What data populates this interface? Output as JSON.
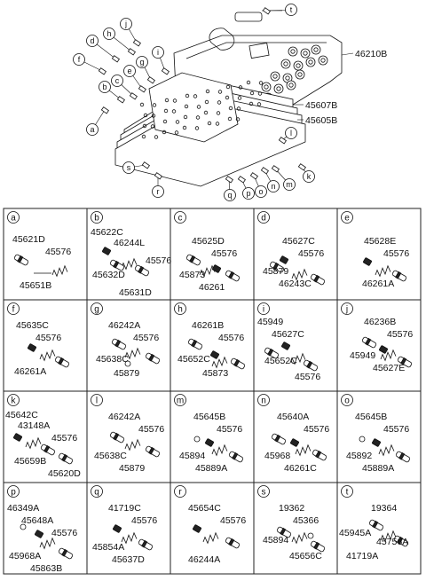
{
  "assembly": {
    "part_labels": [
      {
        "id": "main-body",
        "number": "46210B"
      },
      {
        "id": "plate-upper",
        "number": "45607B"
      },
      {
        "id": "plate-lower",
        "number": "45605B"
      }
    ],
    "callouts": [
      "a",
      "b",
      "c",
      "d",
      "e",
      "f",
      "g",
      "h",
      "i",
      "j",
      "k",
      "l",
      "m",
      "n",
      "o",
      "p",
      "q",
      "r",
      "s",
      "t"
    ]
  },
  "cells": [
    {
      "letter": "a",
      "labels": [
        "45621D",
        "45576",
        "45651B"
      ]
    },
    {
      "letter": "b",
      "labels": [
        "45622C",
        "46244L",
        "45576",
        "45632D",
        "45631D"
      ]
    },
    {
      "letter": "c",
      "labels": [
        "45625D",
        "45576",
        "45873",
        "46261"
      ]
    },
    {
      "letter": "d",
      "labels": [
        "45627C",
        "45576",
        "45879",
        "46243C"
      ]
    },
    {
      "letter": "e",
      "labels": [
        "45628E",
        "45576",
        "46261A"
      ]
    },
    {
      "letter": "f",
      "labels": [
        "45635C",
        "45576",
        "46261A"
      ]
    },
    {
      "letter": "g",
      "labels": [
        "46242A",
        "45576",
        "45638C",
        "45879"
      ]
    },
    {
      "letter": "h",
      "labels": [
        "46261B",
        "45576",
        "45652C",
        "45873"
      ]
    },
    {
      "letter": "i",
      "labels": [
        "45949",
        "45627C",
        "45652C",
        "45576"
      ]
    },
    {
      "letter": "j",
      "labels": [
        "46236B",
        "45576",
        "45949",
        "45627E"
      ]
    },
    {
      "letter": "k",
      "labels": [
        "45642C",
        "43148A",
        "45576",
        "45659B",
        "45620D"
      ]
    },
    {
      "letter": "l",
      "labels": [
        "46242A",
        "45576",
        "45638C",
        "45879"
      ]
    },
    {
      "letter": "m",
      "labels": [
        "45645B",
        "45576",
        "45894",
        "45889A"
      ]
    },
    {
      "letter": "n",
      "labels": [
        "45640A",
        "45576",
        "45968",
        "46261C"
      ]
    },
    {
      "letter": "o",
      "labels": [
        "45645B",
        "45576",
        "45892",
        "45889A"
      ]
    },
    {
      "letter": "p",
      "labels": [
        "46349A",
        "45648A",
        "45576",
        "45968A",
        "45863B"
      ]
    },
    {
      "letter": "q",
      "labels": [
        "41719C",
        "45576",
        "45854A",
        "45637D"
      ]
    },
    {
      "letter": "r",
      "labels": [
        "45654C",
        "45576",
        "46244A"
      ]
    },
    {
      "letter": "s",
      "labels": [
        "19362",
        "45366",
        "45894",
        "45656C"
      ]
    },
    {
      "letter": "t",
      "labels": [
        "19364",
        "45945A",
        "45756A",
        "41719A"
      ]
    }
  ]
}
